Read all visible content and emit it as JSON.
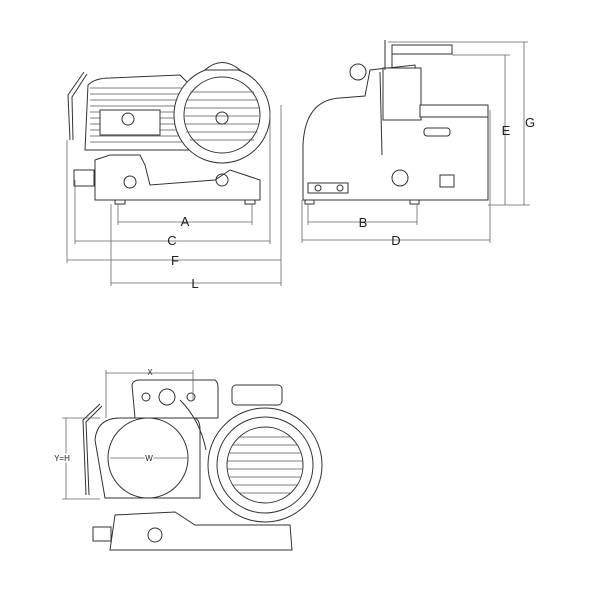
{
  "front_view": {
    "labels": {
      "a": "A",
      "c": "C",
      "f": "F",
      "l": "L"
    }
  },
  "side_view": {
    "labels": {
      "b": "B",
      "d": "D",
      "e": "E",
      "g": "G"
    }
  },
  "top_view": {
    "labels": {
      "x": "X",
      "yh": "Y=H",
      "w": "W"
    }
  },
  "colors": {
    "line": "#333333",
    "background": "#ffffff"
  }
}
